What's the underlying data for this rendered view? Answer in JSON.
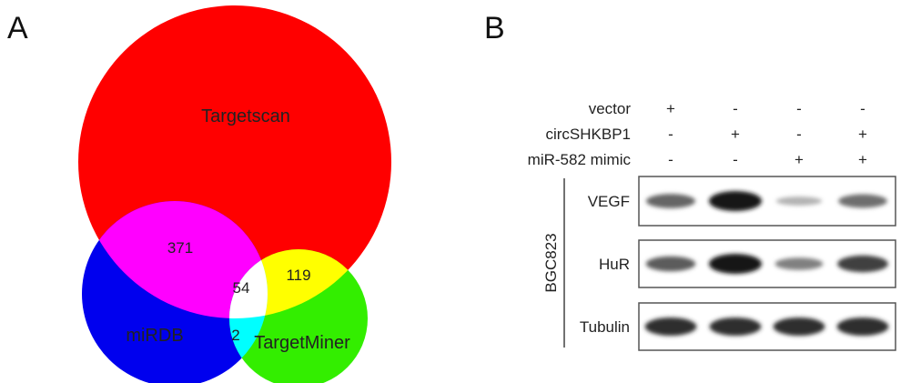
{
  "panels": {
    "a_letter": "A",
    "b_letter": "B"
  },
  "venn": {
    "sets": [
      {
        "name": "Targetscan",
        "color": "#ff0000"
      },
      {
        "name": "miRDB",
        "color": "#0000ee"
      },
      {
        "name": "TargetMiner",
        "color": "#33ee00"
      }
    ],
    "overlap_colors": {
      "targetscan_mirdb": "#ff00ff",
      "targetscan_targetminer": "#ffff00",
      "mirdb_targetminer": "#00ffff",
      "all_three": "#ffffff"
    },
    "counts": {
      "targetscan_mirdb": "371",
      "targetscan_targetminer": "119",
      "all_three": "54",
      "mirdb_targetminer": "2"
    }
  },
  "western_blot": {
    "conditions": [
      {
        "label": "vector",
        "signs": [
          "+",
          "-",
          "-",
          "-"
        ]
      },
      {
        "label": "circSHKBP1",
        "signs": [
          "-",
          "+",
          "-",
          "+"
        ]
      },
      {
        "label": "miR-582 mimic",
        "signs": [
          "-",
          "-",
          "+",
          "+"
        ]
      }
    ],
    "cell_line": "BGC823",
    "blots": [
      {
        "name": "VEGF",
        "intensity": [
          0.55,
          1.0,
          0.12,
          0.5
        ]
      },
      {
        "name": "HuR",
        "intensity": [
          0.6,
          1.0,
          0.4,
          0.75
        ]
      },
      {
        "name": "Tubulin",
        "intensity": [
          0.85,
          0.85,
          0.85,
          0.85
        ]
      }
    ]
  }
}
